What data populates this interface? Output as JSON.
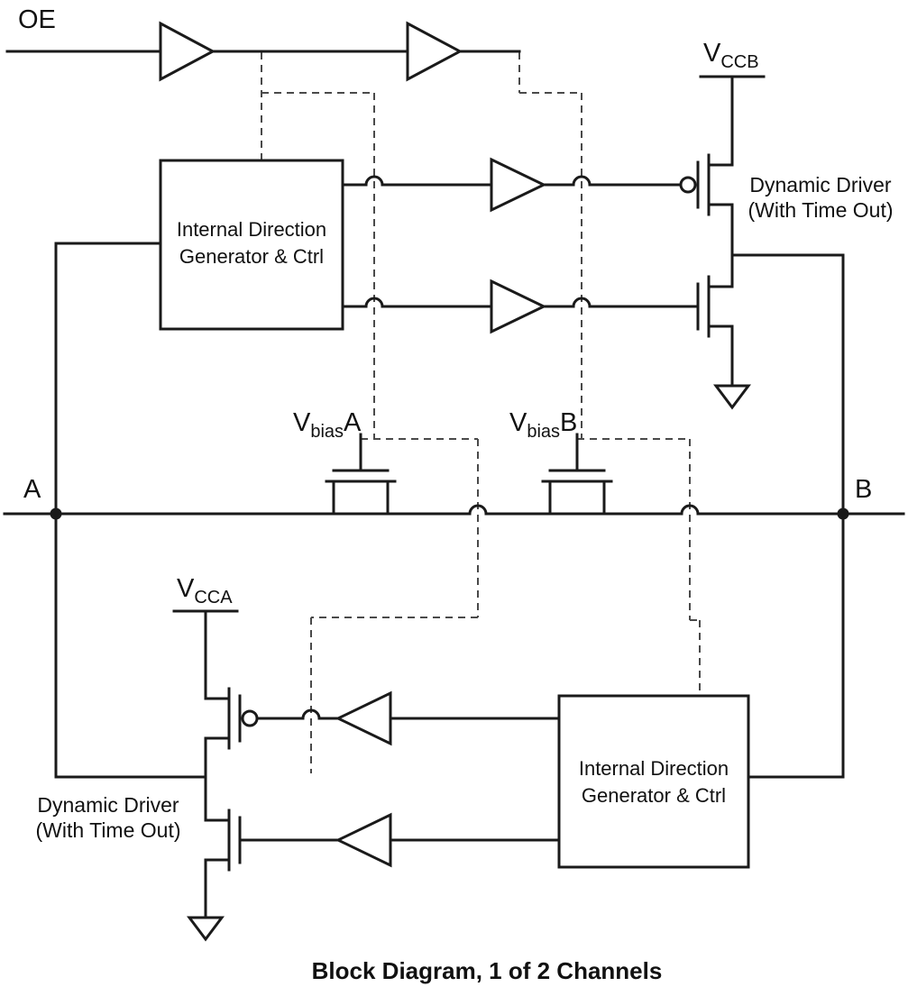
{
  "diagram": {
    "signals": {
      "oe": "OE",
      "port_a": "A",
      "port_b": "B"
    },
    "supplies": {
      "vccb": {
        "main": "V",
        "sub": "CCB"
      },
      "vcca": {
        "main": "V",
        "sub": "CCA"
      }
    },
    "bias": {
      "vbias_a": {
        "main": "V",
        "sub": "bias",
        "suffix": "A"
      },
      "vbias_b": {
        "main": "V",
        "sub": "bias",
        "suffix": "B"
      }
    },
    "blocks": {
      "top_direction_generator": {
        "line1": "Internal Direction",
        "line2": "Generator & Ctrl"
      },
      "bottom_direction_generator": {
        "line1": "Internal Direction",
        "line2": "Generator & Ctrl"
      },
      "top_dynamic_driver": {
        "line1": "Dynamic Driver",
        "line2": "(With Time Out)"
      },
      "bottom_dynamic_driver": {
        "line1": "Dynamic Driver",
        "line2": "(With Time Out)"
      }
    },
    "caption": "Block Diagram, 1 of 2 Channels",
    "colors": {
      "wire": "#1a1a1a",
      "dashed_control": "#4a4a4a",
      "background": "#ffffff"
    }
  }
}
